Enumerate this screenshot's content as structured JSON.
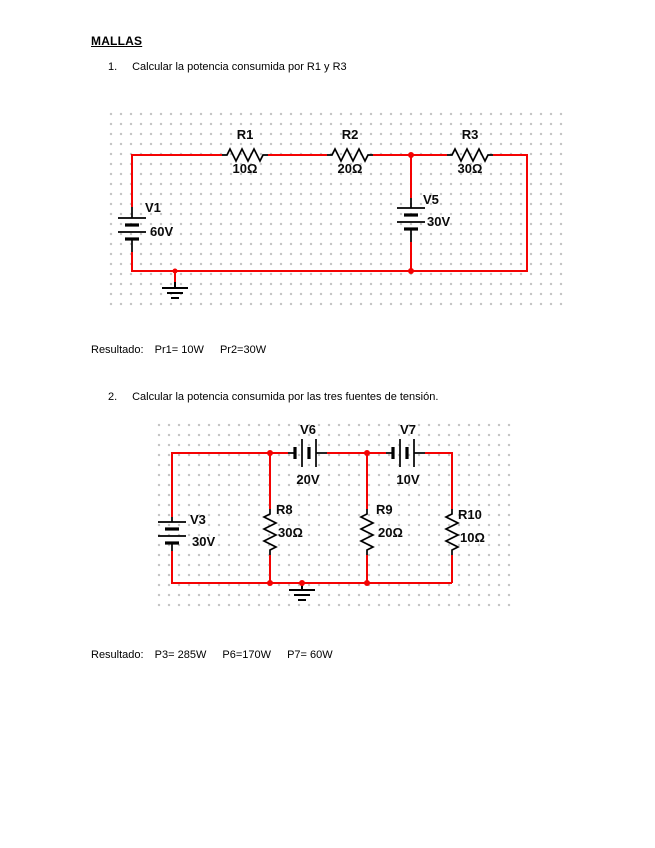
{
  "doc": {
    "title": "MALLAS",
    "exercises": [
      {
        "number": "1.",
        "text": "Calcular la potencia consumida por R1 y R3",
        "result_label": "Resultado:",
        "results": [
          "Pr1= 10W",
          "Pr2=30W"
        ]
      },
      {
        "number": "2.",
        "text": "Calcular la potencia consumida por las tres fuentes de tensión.",
        "result_label": "Resultado:",
        "results": [
          "P3= 285W",
          "P6=170W",
          "P7= 60W"
        ]
      }
    ]
  },
  "circuit1": {
    "components": {
      "V1": {
        "designator": "V1",
        "value": "60V",
        "symbol": "dc-battery-vertical"
      },
      "R1": {
        "designator": "R1",
        "value": "10Ω",
        "symbol": "resistor-horizontal"
      },
      "R2": {
        "designator": "R2",
        "value": "20Ω",
        "symbol": "resistor-horizontal"
      },
      "R3": {
        "designator": "R3",
        "value": "30Ω",
        "symbol": "resistor-horizontal"
      },
      "V5": {
        "designator": "V5",
        "value": "30V",
        "symbol": "dc-battery-vertical"
      }
    }
  },
  "circuit2": {
    "components": {
      "V3": {
        "designator": "V3",
        "value": "30V",
        "symbol": "dc-battery-vertical"
      },
      "V6": {
        "designator": "V6",
        "value": "20V",
        "symbol": "dc-battery-horizontal"
      },
      "V7": {
        "designator": "V7",
        "value": "10V",
        "symbol": "dc-battery-horizontal"
      },
      "R8": {
        "designator": "R8",
        "value": "30Ω",
        "symbol": "resistor-vertical"
      },
      "R9": {
        "designator": "R9",
        "value": "20Ω",
        "symbol": "resistor-vertical"
      },
      "R10": {
        "designator": "R10",
        "value": "10Ω",
        "symbol": "resistor-vertical"
      }
    }
  },
  "colors": {
    "wire": "#f40202",
    "component": "#000000",
    "grid_dot": "#c3c3c3",
    "paper": "#ffffff"
  }
}
